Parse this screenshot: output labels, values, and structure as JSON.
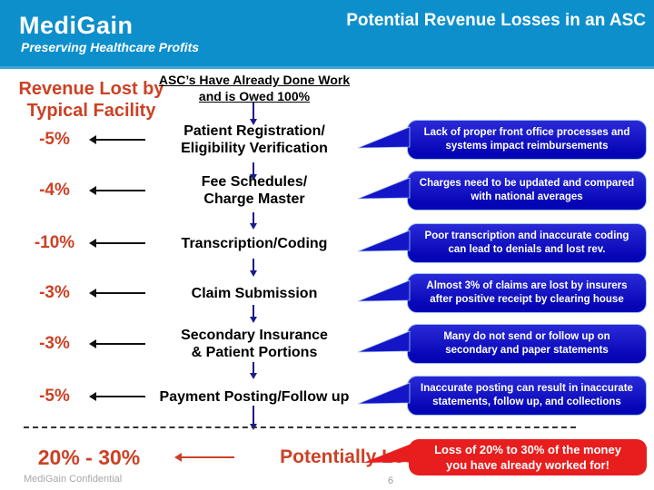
{
  "header": {
    "logo": "MediGain",
    "tagline": "Preserving Healthcare Profits",
    "title": "Potential Revenue Losses in an ASC"
  },
  "left_heading": "Revenue Lost by\nTypical Facility",
  "flow_heading": "ASC’s Have Already Done Work\nand is Owed 100%",
  "rows": [
    {
      "pct": "-5%",
      "step": "Patient Registration/\nEligibility Verification",
      "note": "Lack of proper front office processes and systems impact reimbursements"
    },
    {
      "pct": "-4%",
      "step": "Fee Schedules/\nCharge Master",
      "note": "Charges need to be updated and compared with national averages"
    },
    {
      "pct": "-10%",
      "step": "Transcription/Coding",
      "note": "Poor transcription and inaccurate coding can lead to denials and lost rev."
    },
    {
      "pct": "-3%",
      "step": "Claim Submission",
      "note": "Almost 3% of claims are lost by insurers after positive receipt by clearing house"
    },
    {
      "pct": "-3%",
      "step": "Secondary Insurance\n& Patient Portions",
      "note": "Many do not send or follow up on secondary and paper statements"
    },
    {
      "pct": "-5%",
      "step": "Payment Posting/Follow up",
      "note": "Inaccurate posting can result in inaccurate statements, follow up, and collections"
    }
  ],
  "summary": {
    "pct": "20% - 30%",
    "label": "Potentially Lost Revenue",
    "note": "Loss of 20% to 30% of the money\nyou have already worked for!"
  },
  "footer": {
    "confidential": "MediGain Confidential",
    "page_number": "6"
  },
  "colors": {
    "header_blue": "#0d8fcc",
    "accent_red": "#cc4125",
    "callout_blue": "#0a0ac0",
    "callout_red": "#e81e1e",
    "arrow_navy": "#1b1b8c",
    "arrow_black": "#111111"
  }
}
